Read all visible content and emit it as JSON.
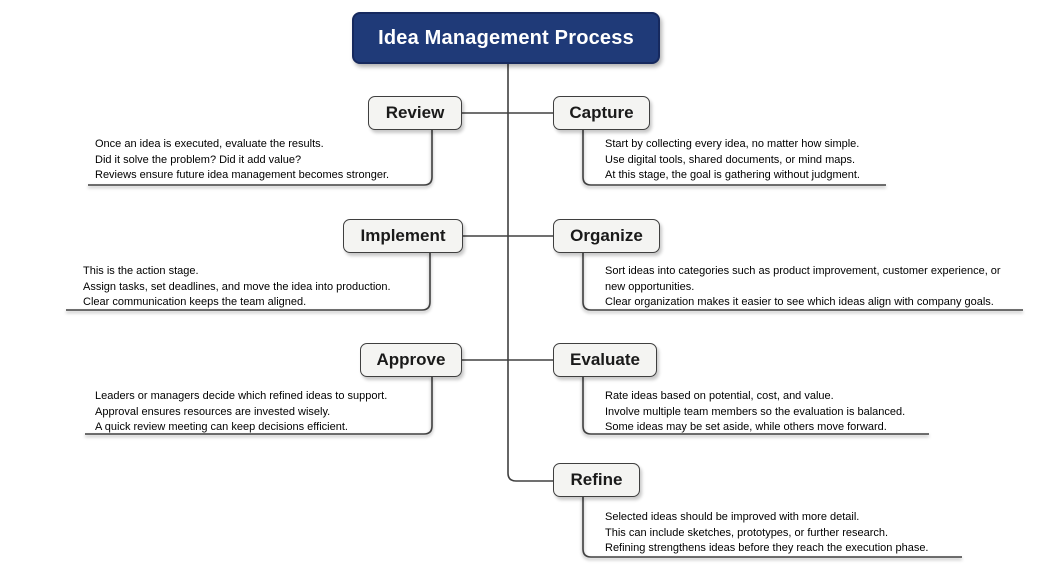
{
  "root": {
    "title": "Idea Management Process"
  },
  "nodes": [
    {
      "id": "review",
      "label": "Review",
      "side": "left",
      "desc": [
        "Once an idea is executed, evaluate the results.",
        "Did it solve the problem? Did it add value?",
        "Reviews ensure future idea management becomes stronger."
      ]
    },
    {
      "id": "capture",
      "label": "Capture",
      "side": "right",
      "desc": [
        "Start by collecting every idea, no matter how simple.",
        "Use digital tools, shared documents, or mind maps.",
        "At this stage, the goal is gathering without judgment."
      ]
    },
    {
      "id": "implement",
      "label": "Implement",
      "side": "left",
      "desc": [
        "This is the action stage.",
        "Assign tasks, set deadlines, and move the idea into production.",
        "Clear communication keeps the team aligned."
      ]
    },
    {
      "id": "organize",
      "label": "Organize",
      "side": "right",
      "desc": [
        "Sort ideas into categories such as product improvement, customer experience, or",
        "new opportunities.",
        "Clear organization makes it easier to see which ideas align with company goals."
      ]
    },
    {
      "id": "approve",
      "label": "Approve",
      "side": "left",
      "desc": [
        "Leaders or managers decide which refined ideas to support.",
        "Approval ensures resources are invested wisely.",
        "A quick review meeting can keep decisions efficient."
      ]
    },
    {
      "id": "evaluate",
      "label": "Evaluate",
      "side": "right",
      "desc": [
        "Rate ideas based on potential, cost, and value.",
        "Involve multiple team members so the evaluation is balanced.",
        "Some ideas may be set aside, while others move forward."
      ]
    },
    {
      "id": "refine",
      "label": "Refine",
      "side": "right",
      "desc": [
        "Selected ideas should be improved with more detail.",
        "This can include sketches, prototypes, or further research.",
        "Refining strengthens ideas before they reach the execution phase."
      ]
    }
  ],
  "colors": {
    "root_background": "#1f3a78",
    "root_text": "#ffffff",
    "node_fill": "#f4f4f2",
    "node_border": "#3f3f3f",
    "connector": "#404040",
    "description_text": "#000000"
  }
}
